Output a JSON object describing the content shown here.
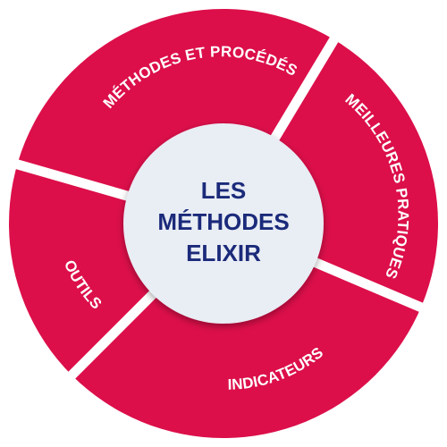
{
  "colors": {
    "segment": "#dc0f4a",
    "gap": "#ffffff",
    "center_fill": "#e9edf4",
    "center_text": "#1b2a7a",
    "label_text": "#ffffff"
  },
  "center": {
    "lines": [
      "LES",
      "MÉTHODES",
      "ELIXIR"
    ]
  },
  "segments": [
    {
      "label": "MÉTHODES ET PROCÉDÉS"
    },
    {
      "label": "MEILLEURES PRATIQUES"
    },
    {
      "label": "INDICATEURS"
    },
    {
      "label": "OUTILS"
    }
  ]
}
